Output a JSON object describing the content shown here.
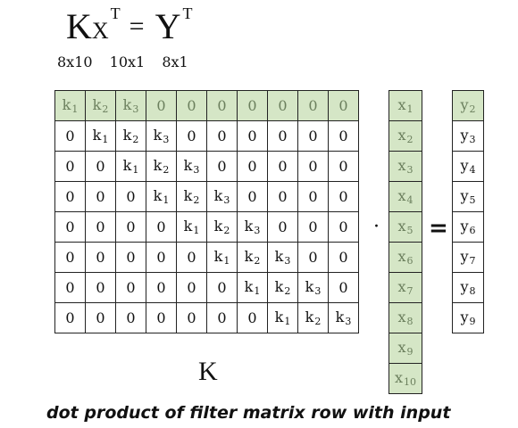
{
  "equation": {
    "lhs_main": "K",
    "lhs_sub": "X",
    "lhs_sup": "T",
    "op": "=",
    "rhs_main": "Y",
    "rhs_sup": "T"
  },
  "dims": [
    "8x10",
    "10x1",
    "8x1"
  ],
  "matrix_k": [
    [
      "k1",
      "k2",
      "k3",
      "0",
      "0",
      "0",
      "0",
      "0",
      "0",
      "0"
    ],
    [
      "0",
      "k1",
      "k2",
      "k3",
      "0",
      "0",
      "0",
      "0",
      "0",
      "0"
    ],
    [
      "0",
      "0",
      "k1",
      "k2",
      "k3",
      "0",
      "0",
      "0",
      "0",
      "0"
    ],
    [
      "0",
      "0",
      "0",
      "k1",
      "k2",
      "k3",
      "0",
      "0",
      "0",
      "0"
    ],
    [
      "0",
      "0",
      "0",
      "0",
      "k1",
      "k2",
      "k3",
      "0",
      "0",
      "0"
    ],
    [
      "0",
      "0",
      "0",
      "0",
      "0",
      "k1",
      "k2",
      "k3",
      "0",
      "0"
    ],
    [
      "0",
      "0",
      "0",
      "0",
      "0",
      "0",
      "k1",
      "k2",
      "k3",
      "0"
    ],
    [
      "0",
      "0",
      "0",
      "0",
      "0",
      "0",
      "0",
      "k1",
      "k2",
      "k3"
    ]
  ],
  "vector_x": [
    "x1",
    "x2",
    "x3",
    "x4",
    "x5",
    "x6",
    "x7",
    "x8",
    "x9",
    "x10"
  ],
  "vector_y": [
    "y2",
    "y3",
    "y4",
    "y5",
    "y6",
    "y7",
    "y8",
    "y9"
  ],
  "dot_op": "·",
  "equals_op": "=",
  "matrix_label": "K",
  "caption": "dot product of filter matrix row with input",
  "colors": {
    "highlight_fill": "#d5e6c6",
    "highlight_text": "#6b7f5d"
  }
}
